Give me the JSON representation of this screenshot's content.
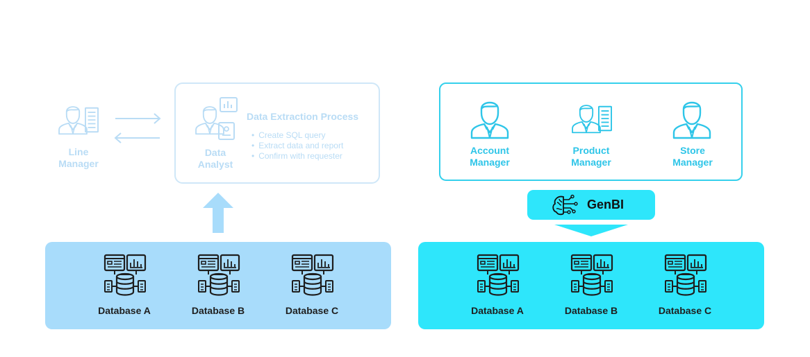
{
  "legacy": {
    "line_manager": "Line\nManager",
    "data_analyst": "Data\nAnalyst",
    "process_title": "Data Extraction Process",
    "steps": [
      "Create SQL query",
      "Extract data and report",
      "Confirm with requester"
    ],
    "databases": [
      "Database A",
      "Database B",
      "Database C"
    ]
  },
  "genbi_flow": {
    "managers": [
      "Account\nManager",
      "Product\nManager",
      "Store\nManager"
    ],
    "genbi_label": "GenBI",
    "databases": [
      "Database A",
      "Database B",
      "Database C"
    ]
  },
  "colors": {
    "light_blue": "#a8dcfb",
    "faded_text": "#b9dcf5",
    "cyan": "#2ee6fb",
    "cyan_text": "#2ec5e8"
  }
}
